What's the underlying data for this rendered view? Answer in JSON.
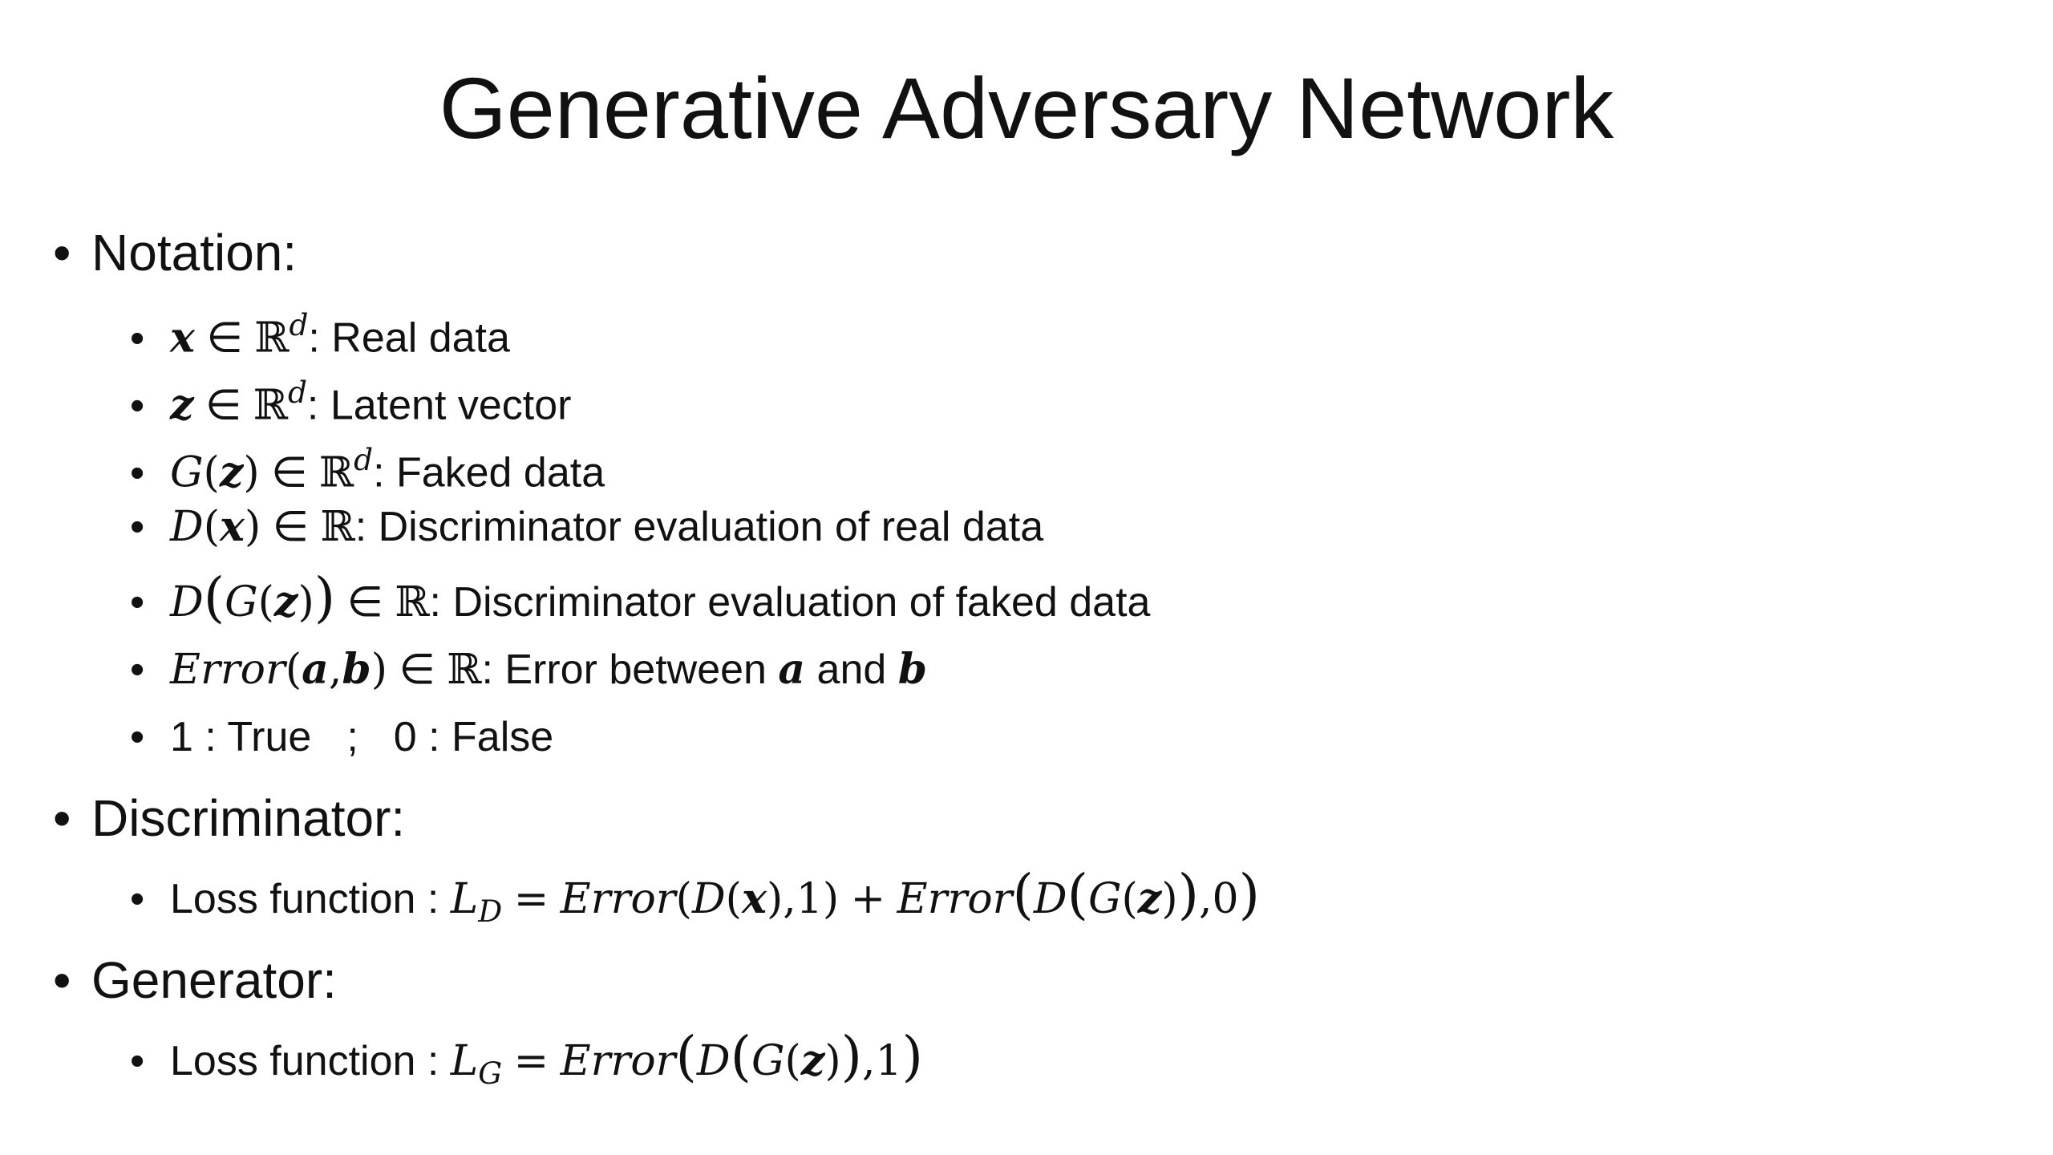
{
  "slide": {
    "title": "Generative Adversary Network",
    "notation": {
      "heading": "Notation:",
      "items": {
        "x_def": {
          "var": "x",
          "in": "∈",
          "set": "ℝ",
          "exp": "d",
          "desc": ": Real data"
        },
        "z_def": {
          "var": "z",
          "in": "∈",
          "set": "ℝ",
          "exp": "d",
          "desc": ": Latent vector"
        },
        "gz_def": {
          "fn": "G",
          "open": "(",
          "var": "z",
          "close": ")",
          "in": "∈",
          "set": "ℝ",
          "exp": "d",
          "desc": ": Faked data"
        },
        "dx_def": {
          "fn": "D",
          "open": "(",
          "var": "x",
          "close": ")",
          "in": "∈",
          "set": "ℝ",
          "desc": ": Discriminator evaluation of real data"
        },
        "dgz_def": {
          "fn": "D",
          "fn2": "G",
          "var": "z",
          "in": "∈",
          "set": "ℝ",
          "desc": ": Discriminator evaluation of faked data"
        },
        "err_def": {
          "fn": "Error",
          "var_a": "a",
          "var_b": "b",
          "in": "∈",
          "set": "ℝ",
          "desc": ": Error between ",
          "and": " and "
        },
        "bool_def": {
          "true_text": "1 : True",
          "sep": ";",
          "false_text": "0 : False"
        }
      }
    },
    "discriminator": {
      "heading": "Discriminator:",
      "loss_label": "Loss function : ",
      "loss_var": "L",
      "loss_sub": "D",
      "eq": "=",
      "plus": "+",
      "err": "Error",
      "d": "D",
      "g": "G",
      "x": "x",
      "z": "z",
      "one": "1",
      "zero": "0"
    },
    "generator": {
      "heading": "Generator:",
      "loss_label": "Loss function : ",
      "loss_var": "L",
      "loss_sub": "G",
      "eq": "=",
      "err": "Error",
      "d": "D",
      "g": "G",
      "z": "z",
      "one": "1"
    }
  }
}
